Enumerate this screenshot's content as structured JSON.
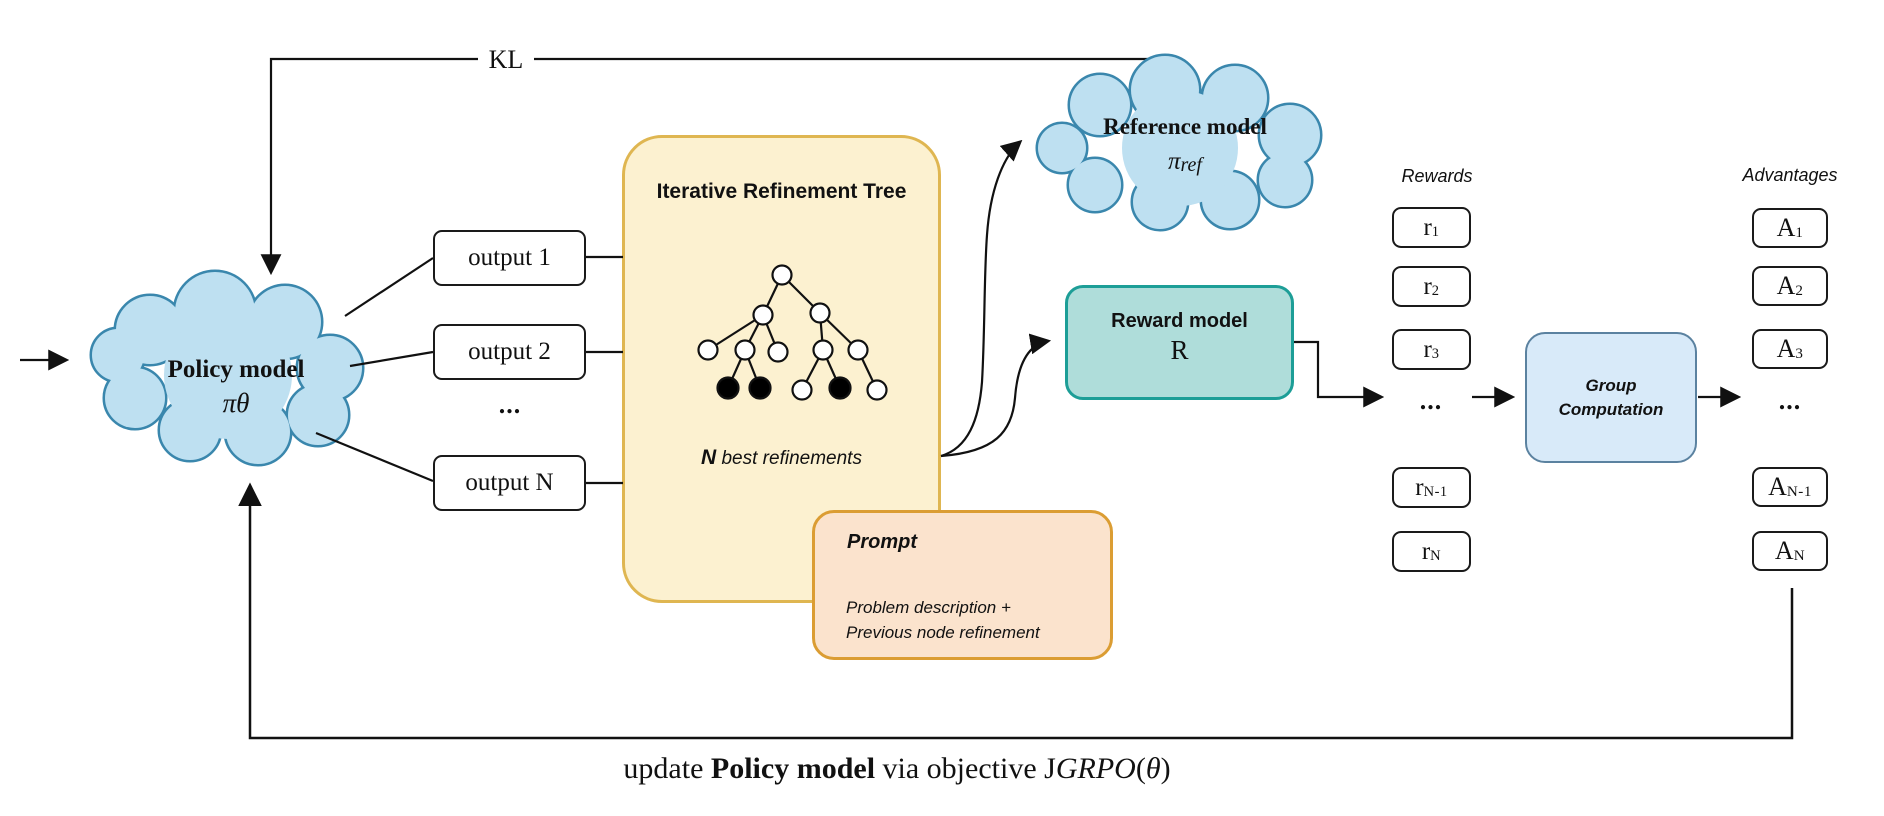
{
  "kl_label": "KL",
  "policy_model": {
    "title": "Policy model",
    "symbol": "πθ"
  },
  "reference_model": {
    "title": "Reference model",
    "symbol_base": "π",
    "symbol_sub": "ref"
  },
  "reward_model": {
    "title": "Reward model",
    "symbol": "R"
  },
  "tree_box": {
    "title": "Iterative Refinement Tree",
    "caption_n": "N",
    "caption_rest": " best refinements"
  },
  "prompt_box": {
    "title": "Prompt",
    "line1": "Problem description +",
    "line2": "Previous node refinement"
  },
  "outputs": {
    "ellipsis": "...",
    "boxes": [
      {
        "label": "output 1"
      },
      {
        "label": "output 2"
      },
      {
        "label": "output N"
      }
    ]
  },
  "rewards": {
    "label": "Rewards",
    "ellipsis": "...",
    "boxes": [
      {
        "base": "r",
        "sub": "1"
      },
      {
        "base": "r",
        "sub": "2"
      },
      {
        "base": "r",
        "sub": "3"
      },
      {
        "base": "r",
        "sub": "N-1"
      },
      {
        "base": "r",
        "sub": "N"
      }
    ]
  },
  "advantages": {
    "label": "Advantages",
    "ellipsis": "...",
    "boxes": [
      {
        "base": "A",
        "sub": "1"
      },
      {
        "base": "A",
        "sub": "2"
      },
      {
        "base": "A",
        "sub": "3"
      },
      {
        "base": "A",
        "sub": "N-1"
      },
      {
        "base": "A",
        "sub": "N"
      }
    ]
  },
  "group_computation": {
    "line1": "Group",
    "line2": "Computation"
  },
  "caption": {
    "prefix": "update ",
    "policy_bold": "Policy model",
    "middle": " via objective ",
    "j": "J",
    "grpo": "GRPO",
    "open": "(",
    "theta": "θ",
    "close": ")"
  },
  "colors": {
    "cloud_fill": "#BEE0F1",
    "cloud_stroke": "#3A87AD",
    "tree_box_fill": "#FCF1D0",
    "tree_box_stroke": "#DFB651",
    "prompt_fill": "#FBE3CD",
    "prompt_stroke": "#DB9D33",
    "reward_fill": "#AFDDDA",
    "reward_stroke": "#1D9E97",
    "group_fill": "#D8EAF9",
    "group_stroke": "#5B82A0",
    "line": "#111111"
  }
}
